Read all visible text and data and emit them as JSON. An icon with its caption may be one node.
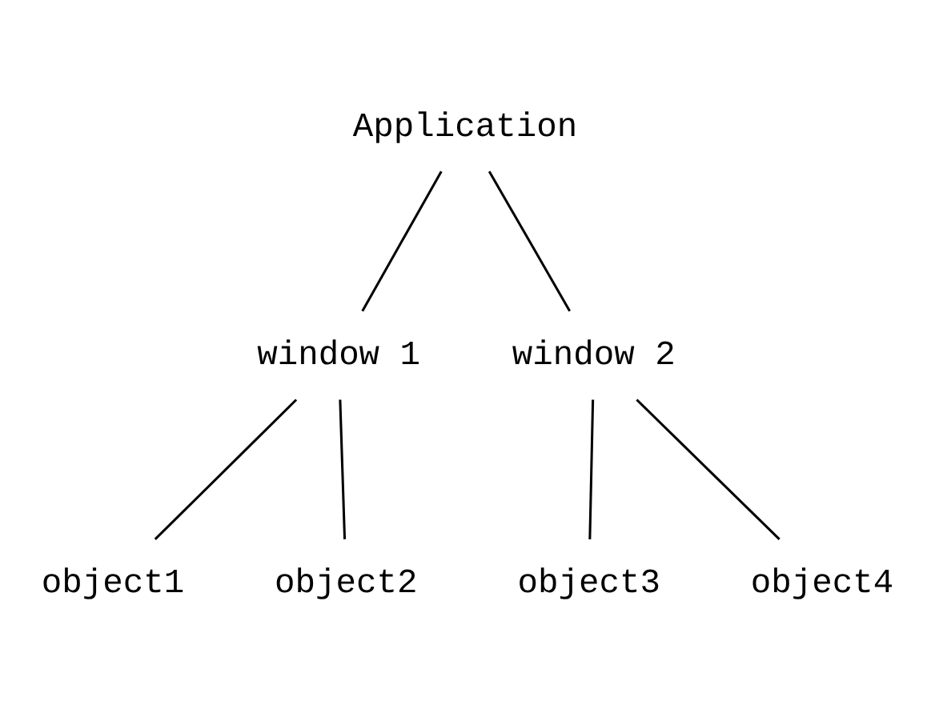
{
  "diagram": {
    "nodes": [
      {
        "text": [
          "Application"
        ]
      },
      {
        "text": [
          "window 1"
        ]
      },
      {
        "text": [
          "window 2"
        ]
      },
      {
        "text": [
          "object1"
        ]
      },
      {
        "text": [
          "object2"
        ]
      },
      {
        "text": [
          "object3"
        ]
      },
      {
        "text": [
          "object4"
        ]
      }
    ],
    "edges": [
      {
        "from": 0,
        "to": 1,
        "arrow": "none"
      },
      {
        "from": 0,
        "to": 2,
        "arrow": "none"
      },
      {
        "from": 1,
        "to": 3,
        "arrow": "none"
      },
      {
        "from": 1,
        "to": 4,
        "arrow": "none"
      },
      {
        "from": 2,
        "to": 5,
        "arrow": "none"
      },
      {
        "from": 2,
        "to": 6,
        "arrow": "none"
      }
    ]
  }
}
